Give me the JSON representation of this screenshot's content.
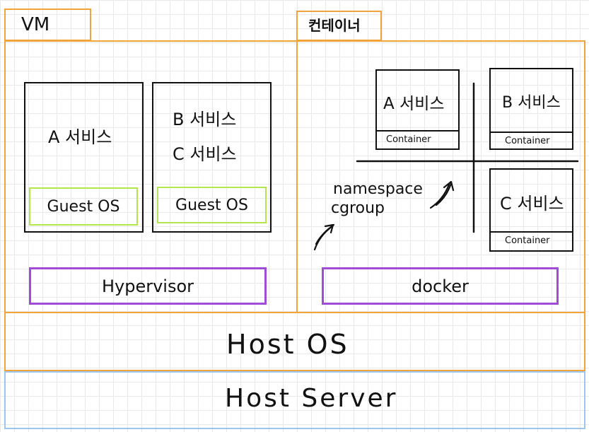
{
  "vm": {
    "tab_label": "VM",
    "vm1": {
      "service": "A 서비스",
      "os": "Guest OS"
    },
    "vm2": {
      "services": [
        "B 서비스",
        "C 서비스"
      ],
      "os": "Guest OS"
    },
    "hypervisor": "Hypervisor"
  },
  "container": {
    "tab_label": "컨테이너",
    "a": {
      "service": "A 서비스",
      "label": "Container"
    },
    "b": {
      "service": "B 서비스",
      "label": "Container"
    },
    "c": {
      "service": "C 서비스",
      "label": "Container"
    },
    "isolation": [
      "namespace",
      "cgroup"
    ],
    "engine": "docker"
  },
  "host_os": "Host OS",
  "host_server": "Host Server",
  "colors": {
    "layer_border": "#f2a43a",
    "guest_os_border": "#b4e650",
    "runtime_border": "#a04cd8",
    "server_border": "#9cc6ee",
    "ink": "#111111"
  }
}
